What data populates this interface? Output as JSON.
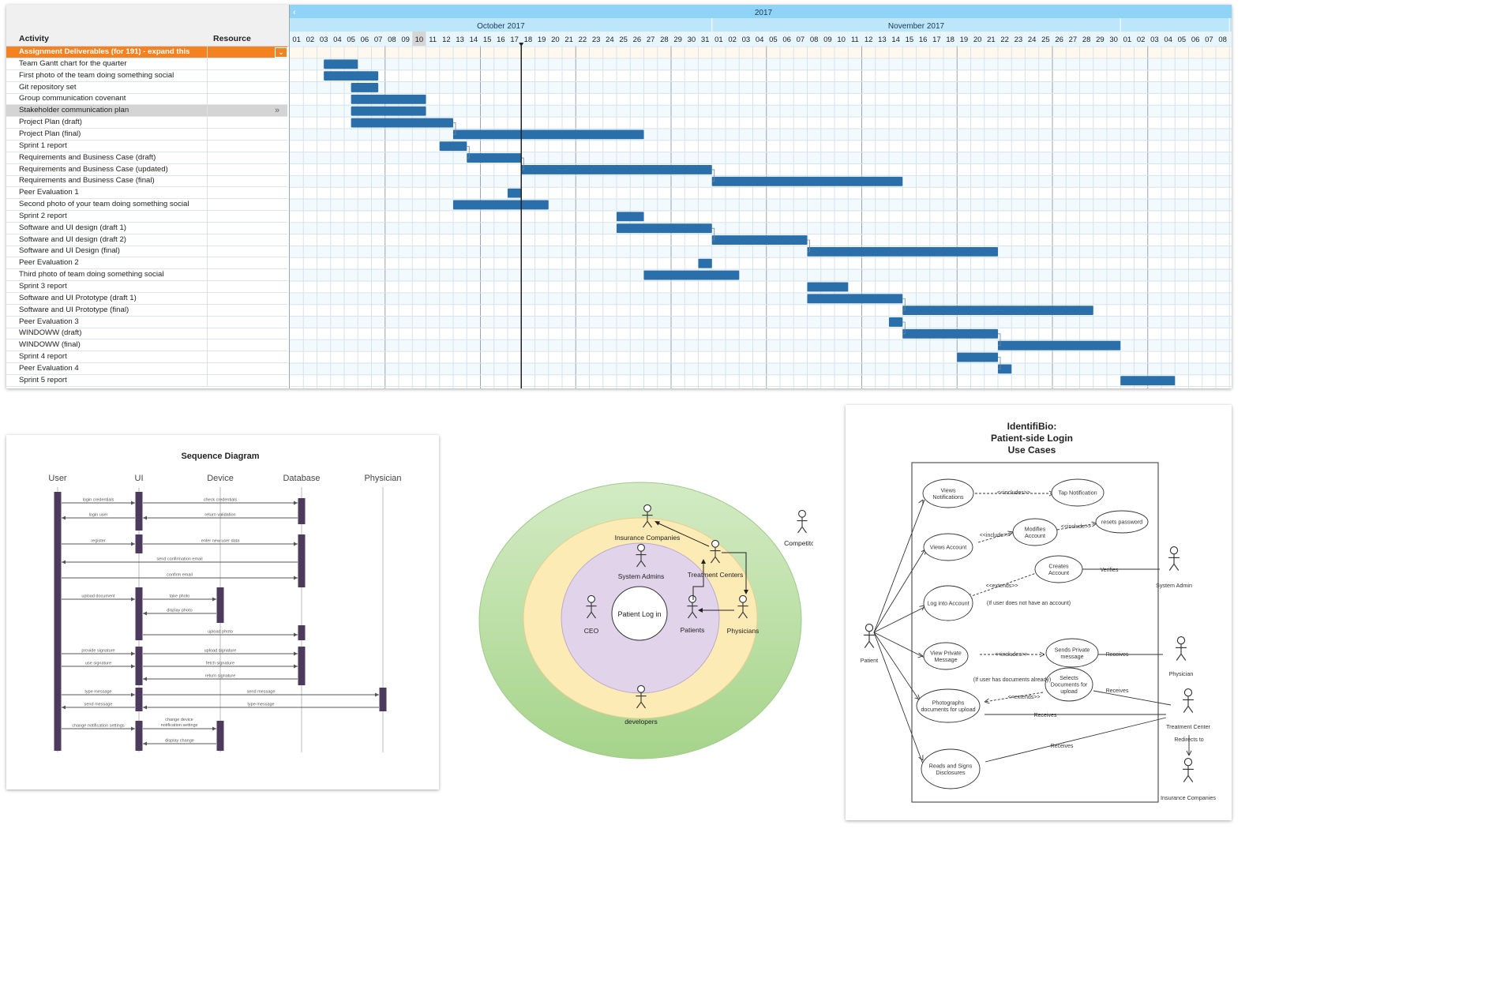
{
  "gantt": {
    "activity_header": "Activity",
    "resource_header": "Resource",
    "nav_prev": "‹",
    "year": "2017",
    "months": [
      {
        "name": "October 2017",
        "start_index": 0,
        "days": 31
      },
      {
        "name": "November 2017",
        "start_index": 31,
        "days": 30
      },
      {
        "name": "",
        "start_index": 61,
        "days": 8
      }
    ],
    "days": [
      "01",
      "02",
      "03",
      "04",
      "05",
      "06",
      "07",
      "08",
      "09",
      "10",
      "11",
      "12",
      "13",
      "14",
      "15",
      "16",
      "17",
      "18",
      "19",
      "20",
      "21",
      "22",
      "23",
      "24",
      "25",
      "26",
      "27",
      "28",
      "29",
      "30",
      "31",
      "01",
      "02",
      "03",
      "04",
      "05",
      "06",
      "07",
      "08",
      "09",
      "10",
      "11",
      "12",
      "13",
      "14",
      "15",
      "16",
      "17",
      "18",
      "19",
      "20",
      "21",
      "22",
      "23",
      "24",
      "25",
      "26",
      "27",
      "28",
      "29",
      "30",
      "01",
      "02",
      "03",
      "04",
      "05",
      "06",
      "07",
      "08"
    ],
    "highlight_day_index": 9,
    "today_marker_day_index": 17,
    "bar_color": "#2a6faa",
    "group_color": "#f58220",
    "group_label": "Assignment Deliverables (for 191) - expand this",
    "group_dropdown": "⌄",
    "more_icon": "»",
    "tasks": [
      {
        "name": "Team Gantt chart for the quarter",
        "start": 2.5,
        "end": 5
      },
      {
        "name": "First photo of the team doing something social",
        "start": 2.5,
        "end": 6.5
      },
      {
        "name": "Git repository set",
        "start": 4.5,
        "end": 6.5
      },
      {
        "name": "Group communication covenant",
        "start": 4.5,
        "end": 10
      },
      {
        "name": "Stakeholder communication plan",
        "start": 4.5,
        "end": 10,
        "highlight": true
      },
      {
        "name": "Project Plan (draft)",
        "start": 4.5,
        "end": 12
      },
      {
        "name": "Project Plan (final)",
        "start": 12,
        "end": 26
      },
      {
        "name": "Sprint 1 report",
        "start": 11,
        "end": 13
      },
      {
        "name": "Requirements and Business Case (draft)",
        "start": 13,
        "end": 17
      },
      {
        "name": "Requirements and Business Case (updated)",
        "start": 17,
        "end": 31
      },
      {
        "name": "Requirements and Business Case (final)",
        "start": 31,
        "end": 45
      },
      {
        "name": "Peer Evaluation 1",
        "start": 16,
        "end": 17
      },
      {
        "name": "Second photo of your team doing something social",
        "start": 12,
        "end": 19
      },
      {
        "name": "Sprint 2 report",
        "start": 24,
        "end": 26
      },
      {
        "name": "Software and UI design (draft 1)",
        "start": 24,
        "end": 31
      },
      {
        "name": "Software and UI design (draft 2)",
        "start": 31,
        "end": 38
      },
      {
        "name": "Software and UI Design (final)",
        "start": 38,
        "end": 52
      },
      {
        "name": "Peer Evaluation 2",
        "start": 30,
        "end": 31
      },
      {
        "name": "Third photo of team doing something social",
        "start": 26,
        "end": 33
      },
      {
        "name": "Sprint 3 report",
        "start": 38,
        "end": 41
      },
      {
        "name": "Software and UI Prototype (draft 1)",
        "start": 38,
        "end": 45
      },
      {
        "name": "Software and UI Prototype (final)",
        "start": 45,
        "end": 59
      },
      {
        "name": "Peer Evaluation 3",
        "start": 44,
        "end": 45
      },
      {
        "name": "WINDOWW (draft)",
        "start": 45,
        "end": 52
      },
      {
        "name": "WINDOWW (final)",
        "start": 52,
        "end": 61
      },
      {
        "name": "Sprint 4 report",
        "start": 49,
        "end": 52
      },
      {
        "name": "Peer Evaluation 4",
        "start": 52,
        "end": 53
      },
      {
        "name": "Sprint 5 report",
        "start": 61,
        "end": 65
      }
    ]
  },
  "sequence": {
    "title": "Sequence Diagram",
    "participants": [
      "User",
      "UI",
      "Device",
      "Database",
      "Physician"
    ],
    "messages": {
      "login_credentials": "login credentials",
      "check_credentials": "check credentials",
      "login_user": "login user",
      "return_validation": "return validation",
      "register": "register",
      "enter_new_user_data": "enter new user data",
      "send_confirmation_email": "send confirmation email",
      "confirm_email": "confirm email",
      "upload_document": "upload document",
      "take_photo": "take photo",
      "display_photo": "display photo",
      "upload_photo": "upload photo",
      "provide_signature": "provide signature",
      "upload_signature": "upload signature",
      "use_signature": "use signature",
      "fetch_signature": "fetch signature",
      "return_signature": "return signature",
      "type_message_1": "type message",
      "send_message_1": "send message",
      "send_message_2": "send message",
      "type_message_2": "type message",
      "change_notification_settings": "change notification settings",
      "change_device_line1": "change device",
      "change_device_line2": "notification settings",
      "display_change": "display change"
    },
    "colors": {
      "activation": "#4d3b5e"
    }
  },
  "onion": {
    "center": "Patient Log in",
    "actors": {
      "insurance": "Insurance Companies",
      "sysadmins": "System Admins",
      "treatment": "Treatment Centers",
      "ceo": "CEO",
      "patients": "Patients",
      "physicians": "Physicians",
      "developers": "developers",
      "competitors": "Competitors"
    },
    "colors": {
      "outer": "#a6d48a",
      "middle": "#fdebb5",
      "inner": "#e1d4ea"
    }
  },
  "usecase": {
    "title_lines": [
      "IdentifiBio:",
      "Patient-side Login",
      "Use Cases"
    ],
    "cases": {
      "views_notifications": [
        "Views",
        "Notifications"
      ],
      "tap_notification": [
        "Tap Notification"
      ],
      "modifies_account": [
        "Modifies",
        "Account"
      ],
      "resets_password": [
        "resets password"
      ],
      "views_account": [
        "Views Account"
      ],
      "creates_account": [
        "Creates",
        "Account"
      ],
      "log_into_account": [
        "Log into Account"
      ],
      "view_private_message": [
        "View Private",
        "Message"
      ],
      "sends_private_message": [
        "Sends Private",
        "message"
      ],
      "selects_documents": [
        "Selects",
        "Documents for",
        "upload"
      ],
      "photographs_documents": [
        "Photographs",
        "documents for upload"
      ],
      "reads_signs": [
        "Reads and Signs",
        "Disclosures"
      ]
    },
    "relations": {
      "includes1": "<<includes>>",
      "include2": "<<include>>",
      "include3": "<<include>>",
      "extends1": "<<extends>>",
      "includes4": "<<includes>>",
      "extends2": "<<extends>>",
      "verifies": "Verifies",
      "receives1": "Receives",
      "receives2": "Receives",
      "receives3": "Receives",
      "receives4": "Receives",
      "redirects": "Redirects to"
    },
    "notes": {
      "no_account": "(If user does not have an account)",
      "has_documents": "(If user has documents already)"
    },
    "actors": {
      "patient": "Patient",
      "system_admin": "System Admin",
      "physician": "Physician",
      "treatment_center": "Treatment Center",
      "insurance": "Insurance Companies"
    }
  }
}
